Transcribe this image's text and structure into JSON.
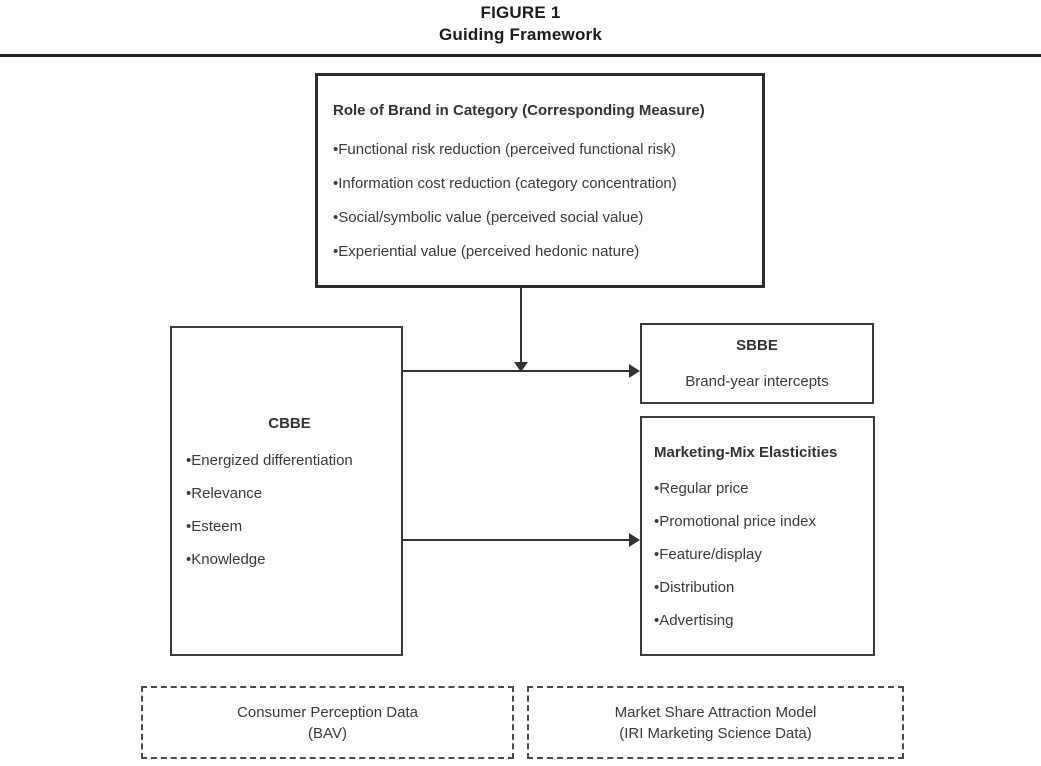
{
  "figure": {
    "label": "FIGURE 1",
    "title": "Guiding Framework"
  },
  "role_box": {
    "title": "Role of Brand in Category (Corresponding Measure)",
    "items": [
      "Functional risk reduction (perceived functional risk)",
      "Information cost reduction (category concentration)",
      "Social/symbolic value (perceived social value)",
      "Experiential value (perceived hedonic nature)"
    ]
  },
  "cbbe_box": {
    "title": "CBBE",
    "items": [
      "Energized differentiation",
      "Relevance",
      "Esteem",
      "Knowledge"
    ]
  },
  "sbbe_box": {
    "title": "SBBE",
    "subtitle": "Brand-year intercepts"
  },
  "mme_box": {
    "title": "Marketing-Mix Elasticities",
    "items": [
      "Regular price",
      "Promotional price index",
      "Feature/display",
      "Distribution",
      "Advertising"
    ]
  },
  "data_sources": {
    "left": {
      "line1": "Consumer Perception Data",
      "line2": "(BAV)"
    },
    "right": {
      "line1": "Market Share Attraction Model",
      "line2": "(IRI Marketing Science Data)"
    }
  },
  "colors": {
    "ink": "#333333",
    "title_ink": "#1b1b1b",
    "background": "#fdfdfd"
  }
}
